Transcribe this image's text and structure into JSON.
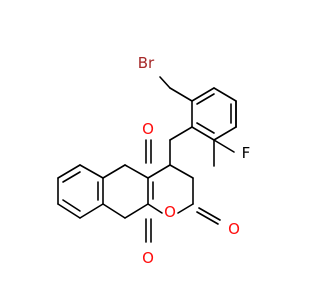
{
  "colors": {
    "bond": "#000000",
    "carbon": "#000000",
    "oxygen": "#ff0d0d",
    "bromine": "#a62929",
    "fluorine": "#000000"
  },
  "atoms": [
    {
      "id": "br",
      "label": "Br",
      "element": "bromine"
    },
    {
      "id": "f",
      "label": "F",
      "element": "fluorine"
    },
    {
      "id": "o-ketone-upper",
      "label": "O",
      "element": "oxygen"
    },
    {
      "id": "o-ring",
      "label": "O",
      "element": "oxygen"
    },
    {
      "id": "o-lactone",
      "label": "O",
      "element": "oxygen"
    },
    {
      "id": "o-ketone-lower",
      "label": "O",
      "element": "oxygen"
    }
  ]
}
